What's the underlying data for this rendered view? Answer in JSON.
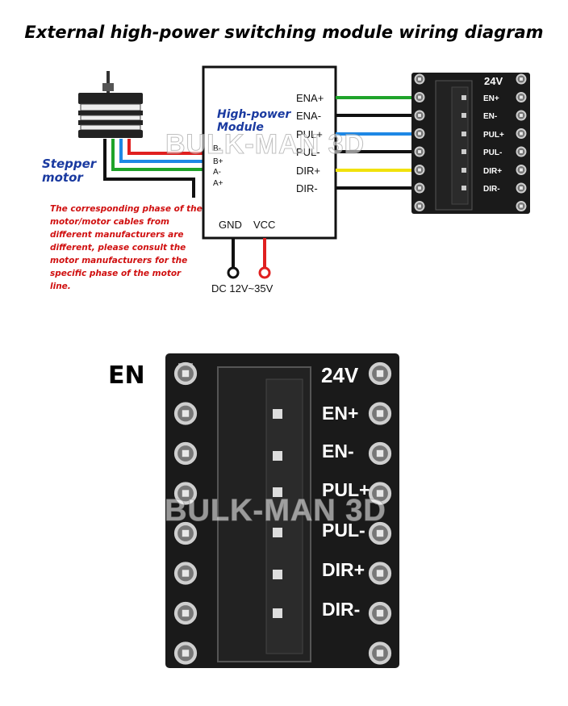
{
  "title": "External high-power switching module wiring diagram",
  "motor_label": [
    "Stepper",
    "motor"
  ],
  "module_label": [
    "High-power",
    "Module"
  ],
  "module_inputs": [
    "ENA+",
    "ENA-",
    "PUL+",
    "PUL-",
    "DIR+",
    "DIR-"
  ],
  "motor_pins": [
    "B-",
    "B+",
    "A-",
    "A+"
  ],
  "power_pins": [
    "GND",
    "VCC"
  ],
  "power_supply": "DC 12V~35V",
  "note": "The corresponding phase of the motor/motor cables from different manufacturers are different, please consult the motor manufacturers for the specific phase of the motor line.",
  "board_small": {
    "voltage": "24V",
    "pins": [
      "EN+",
      "EN-",
      "PUL+",
      "PUL-",
      "DIR+",
      "DIR-"
    ]
  },
  "board_large": {
    "voltage": "24V",
    "pins": [
      "EN+",
      "EN-",
      "PUL+",
      "PUL-",
      "DIR+",
      "DIR-"
    ]
  },
  "en_label": "EN",
  "watermark": "BULK-MAN 3D",
  "colors": {
    "green": "#1fa32a",
    "blue": "#1e88e5",
    "yellow": "#f1e20c",
    "red": "#e02020",
    "black": "#111111",
    "board": "#1a1a1a"
  }
}
